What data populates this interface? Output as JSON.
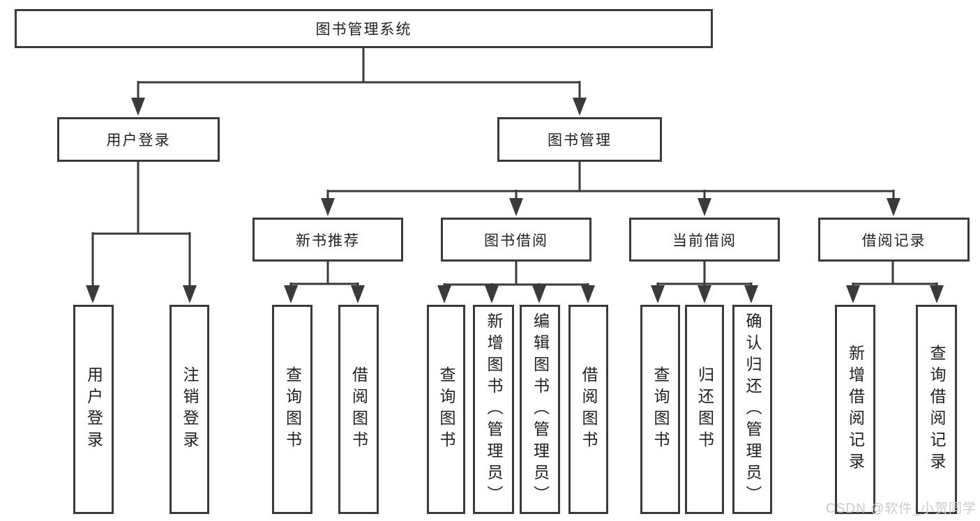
{
  "nodes": {
    "root": "图书管理系统",
    "l2": [
      "用户登录",
      "图书管理"
    ],
    "l3": [
      "新书推荐",
      "图书借阅",
      "当前借阅",
      "借阅记录"
    ],
    "leaves": [
      "用户登录",
      "注销登录",
      "查询图书",
      "借阅图书",
      "查询图书",
      "新增图书（管理员）",
      "编辑图书（管理员）",
      "借阅图书",
      "查询图书",
      "归还图书",
      "确认归还（管理员）",
      "新增借阅记录",
      "查询借阅记录"
    ]
  },
  "watermark": "CSDN @软件_小贺同学",
  "colors": {
    "line": "#3a3a3a",
    "text": "#1f1f1f",
    "watermark": "#cbcbcb",
    "background": "#ffffff"
  }
}
